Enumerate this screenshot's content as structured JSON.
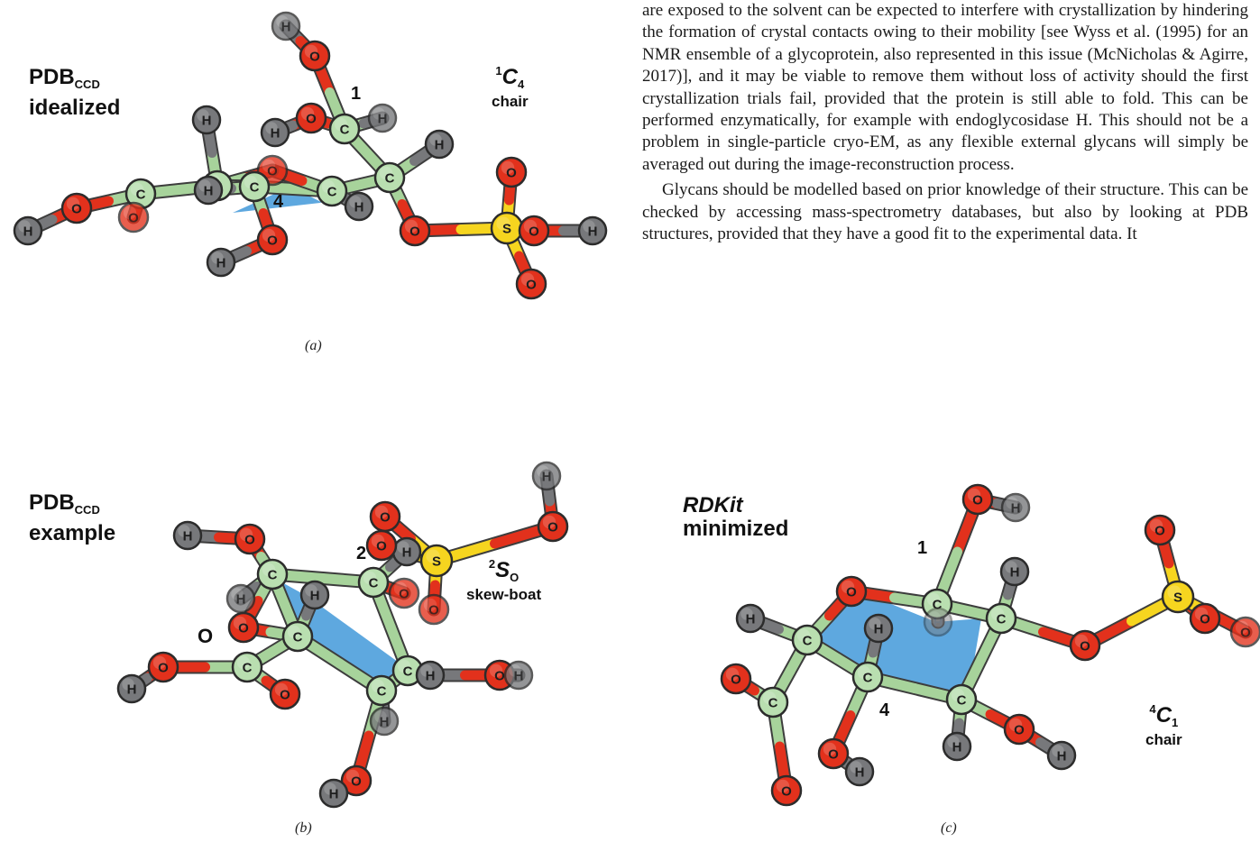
{
  "panels": {
    "a": {
      "title_prefix": "PDB",
      "title_sub": "CCD",
      "title_line2": "idealized",
      "conformation_sup": "1",
      "conformation_letter": "C",
      "conformation_sub": "4",
      "conformation_desc": "chair",
      "ring_numbers": [
        "1",
        "4"
      ],
      "caption": "(a)"
    },
    "b": {
      "title_prefix": "PDB",
      "title_sub": "CCD",
      "title_line2": "example",
      "conformation_sup": "2",
      "conformation_letter": "S",
      "conformation_sub": "O",
      "conformation_desc": "skew-boat",
      "ring_numbers": [
        "2"
      ],
      "ring_oxygen_label": "O",
      "caption": "(b)"
    },
    "c": {
      "title_line1": "RDKit",
      "title_line2": "minimized",
      "conformation_sup": "4",
      "conformation_letter": "C",
      "conformation_sub": "1",
      "conformation_desc": "chair",
      "ring_numbers": [
        "1",
        "4"
      ],
      "caption": "(c)"
    }
  },
  "atom_symbols": {
    "carbon": "C",
    "oxygen": "O",
    "hydrogen": "H",
    "sulfur": "S"
  },
  "colors": {
    "carbon": "#b9dfb0",
    "oxygen": "#e2311c",
    "hydrogen": "#77787b",
    "sulfur": "#f6d51f",
    "bond_carbon": "#a7d39b",
    "ring_plane": "#4d9fdc"
  },
  "body_text": {
    "paragraph1": "are exposed to the solvent can be expected to interfere with crystallization by hindering the formation of crystal contacts owing to their mobility [see Wyss et al. (1995) for an NMR ensemble of a glycoprotein, also represented in this issue (McNicholas & Agirre, 2017)], and it may be viable to remove them without loss of activity should the first crystallization trials fail, provided that the protein is still able to fold. This can be performed enzymatically, for example with endoglycosidase H. This should not be a problem in single-particle cryo-EM, as any flexible external glycans will simply be averaged out during the image-reconstruction process.",
    "paragraph2": "Glycans should be modelled based on prior knowledge of their structure. This can be checked by accessing mass-spectrometry databases, but also by looking at PDB structures, provided that they have a good fit to the experimental data. It"
  }
}
